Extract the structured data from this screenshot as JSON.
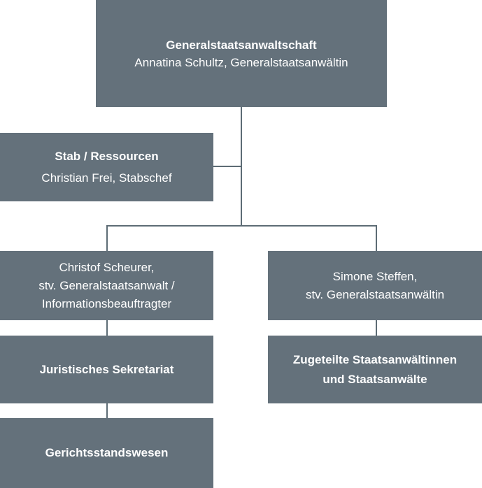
{
  "diagram": {
    "type": "org-chart",
    "language": "de",
    "colors": {
      "box_fill": "#64717b",
      "connector": "#5d6c75",
      "text": "#ffffff",
      "background": "#ffffff"
    },
    "nodes": {
      "generalstaatsanwaltschaft": {
        "title": "Generalstaatsanwaltschaft",
        "subtitle": "Annatina Schultz, Generalstaatsanwältin"
      },
      "stab_ressourcen": {
        "title": "Stab / Ressourcen",
        "subtitle": "Christian Frei, Stabschef"
      },
      "christof_scheurer": {
        "lines": [
          "Christof Scheurer,",
          "stv. Generalstaatsanwalt /",
          "Informationsbeauftragter"
        ]
      },
      "simone_steffen": {
        "lines": [
          "Simone Steffen,",
          "stv. Generalstaatsanwältin"
        ]
      },
      "juristisches_sekretariat": {
        "title": "Juristisches Sekretariat"
      },
      "zugeteilte_staatsanwaelte": {
        "lines": [
          "Zugeteilte Staatsanwältinnen",
          "und Staatsanwälte"
        ]
      },
      "gerichtsstandswesen": {
        "title": "Gerichtsstandswesen"
      }
    },
    "edges": [
      "generalstaatsanwaltschaft -> stab_ressourcen",
      "generalstaatsanwaltschaft -> christof_scheurer",
      "generalstaatsanwaltschaft -> simone_steffen",
      "christof_scheurer -> juristisches_sekretariat",
      "juristisches_sekretariat -> gerichtsstandswesen",
      "simone_steffen -> zugeteilte_staatsanwaelte"
    ]
  }
}
